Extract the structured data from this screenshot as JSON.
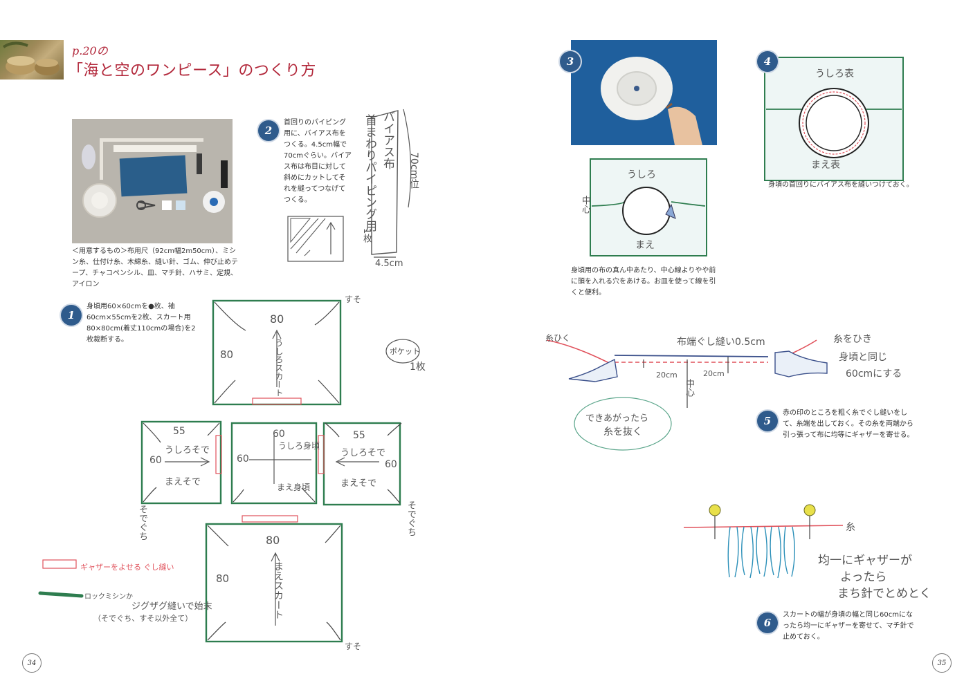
{
  "header": {
    "ref": "p.20の",
    "title": "「海と空のワンピース」のつくり方"
  },
  "materials_caption": "＜用意するもの＞布用尺（92cm幅2m50cm）、ミシン糸、仕付け糸、木綿糸、縫い針、ゴム、伸び止めテープ、チャコペンシル、皿、マチ針、ハサミ、定規、アイロン",
  "steps": [
    {
      "num": "1",
      "text": "身頃用60×60cmを●枚、袖60cm×55cmを2枚、スカート用80×80cm(着丈110cmの場合)を2枚裁断する。"
    },
    {
      "num": "2",
      "text": "首回りのパイピング用に、バイアス布をつくる。4.5cm幅で70cmぐらい。バイアス布は布目に対して斜めにカットしてそれを縫ってつなげてつくる。"
    },
    {
      "num": "3",
      "text": "身頃用の布の真ん中あたり、中心線よりやや前に頭を入れる穴をあける。お皿を使って線を引くと便利。"
    },
    {
      "num": "4",
      "text": "身頃の首回りにバイアス布を縫いつけておく。"
    },
    {
      "num": "5",
      "text": "赤の印のところを粗く糸でぐし縫いをして、糸端を出しておく。その糸を両端から引っ張って布に均等にギャザーを寄せる。"
    },
    {
      "num": "6",
      "text": "スカートの幅が身頃の幅と同じ60cmになったら均一にギャザーを寄せて、マチ針で止めておく。"
    }
  ],
  "sketch_bias": {
    "vertical": "首まわりパイピング用",
    "vertical2": "バイアス布",
    "length": "70cm位",
    "count": "1枚",
    "width": "4.5cm"
  },
  "sketch_cut": {
    "suso_top": "すそ",
    "back_skirt": "うしろスカート",
    "w80": "80",
    "h80": "80",
    "pocket": "ポケット",
    "pocket_count": "1枚",
    "w55": "55",
    "w60": "60",
    "back_sleeve": "うしろそで",
    "front_sleeve": "まえそで",
    "back_body": "うしろ身頃",
    "front_body": "まえ身頃",
    "cuff": "そでぐち",
    "front_skirt": "まえスカート",
    "suso_bottom": "すそ",
    "legend_red": "ギャザーをよせる ぐし縫い",
    "legend_green1": "ロックミシンか",
    "legend_green2": "ジグザグ縫いで始末",
    "legend_green3": "（そでぐち、すそ以外全て）"
  },
  "sketch_neck": {
    "back": "うしろ",
    "front": "まえ",
    "center": "中心"
  },
  "sketch_binding": {
    "back_outer": "うしろ表",
    "front_outer": "まえ表"
  },
  "sketch_gather": {
    "pull_left": "糸ひく",
    "top_label": "布端ぐし縫い0.5cm",
    "pull_right1": "糸をひき",
    "pull_right2": "身頃と同じ",
    "pull_right3": "60cmにする",
    "d1": "20cm",
    "d2": "20cm",
    "center": "中心",
    "bubble1": "できあがったら",
    "bubble2": "糸を抜く"
  },
  "sketch_pin": {
    "thread": "糸",
    "note1": "均一にギャザーが",
    "note2": "よったら",
    "note3": "まち針でとめとく"
  },
  "pages": {
    "left": "34",
    "right": "35"
  },
  "colors": {
    "accent": "#b2273a",
    "step": "#2f5b8c",
    "green": "#2e7d4f",
    "red": "#e0505a"
  }
}
